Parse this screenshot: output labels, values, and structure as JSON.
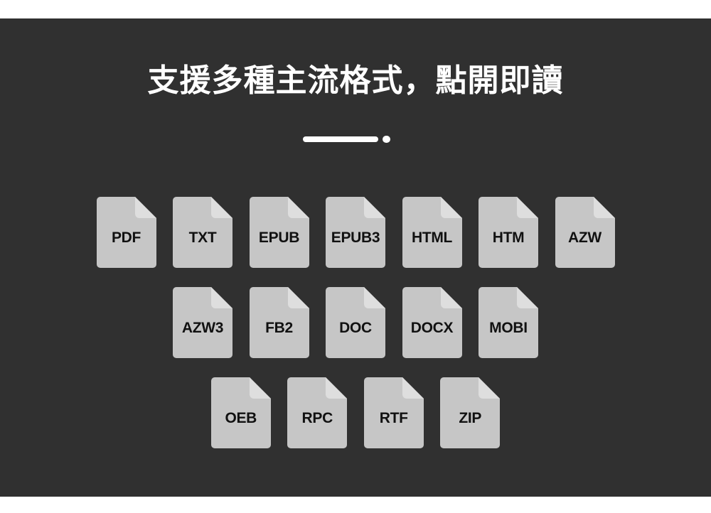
{
  "header": {
    "title": "支援多種主流格式，點開即讀"
  },
  "colors": {
    "panel_background": "#303030",
    "page_background": "#ffffff",
    "title_text": "#ffffff",
    "file_body": "#c6c6c6",
    "file_fold": "#dedede",
    "file_label": "#111111"
  },
  "formats": {
    "row1": [
      {
        "label": "PDF",
        "icon": "file-icon"
      },
      {
        "label": "TXT",
        "icon": "file-icon"
      },
      {
        "label": "EPUB",
        "icon": "file-icon"
      },
      {
        "label": "EPUB3",
        "icon": "file-icon"
      },
      {
        "label": "HTML",
        "icon": "file-icon"
      },
      {
        "label": "HTM",
        "icon": "file-icon"
      },
      {
        "label": "AZW",
        "icon": "file-icon"
      }
    ],
    "row2": [
      {
        "label": "AZW3",
        "icon": "file-icon"
      },
      {
        "label": "FB2",
        "icon": "file-icon"
      },
      {
        "label": "DOC",
        "icon": "file-icon"
      },
      {
        "label": "DOCX",
        "icon": "file-icon"
      },
      {
        "label": "MOBI",
        "icon": "file-icon"
      }
    ],
    "row3": [
      {
        "label": "OEB",
        "icon": "file-icon"
      },
      {
        "label": "RPC",
        "icon": "file-icon"
      },
      {
        "label": "RTF",
        "icon": "file-icon"
      },
      {
        "label": "ZIP",
        "icon": "file-icon"
      }
    ]
  }
}
